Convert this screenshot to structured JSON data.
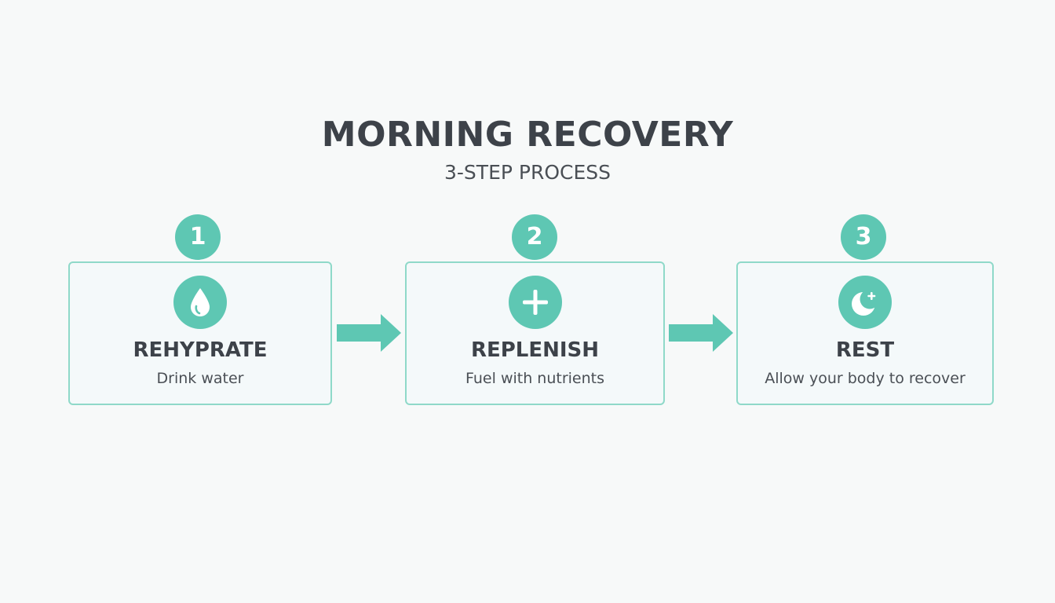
{
  "header": {
    "title": "MORNING RECOVERY",
    "subtitle": "3-STEP PROCESS"
  },
  "colors": {
    "accent": "#5ec7b3",
    "card_border": "#8fd9c9",
    "card_background": "#f4f9fa",
    "text_dark": "#3d4249",
    "page_background": "#f7f9f9"
  },
  "steps": [
    {
      "number": "1",
      "icon": "water-drop-icon",
      "title": "REHYPRATE",
      "description": "Drink water"
    },
    {
      "number": "2",
      "icon": "plus-icon",
      "title": "REPLENISH",
      "description": "Fuel with nutrients"
    },
    {
      "number": "3",
      "icon": "moon-icon",
      "title": "REST",
      "description": "Allow your body to recover"
    }
  ]
}
